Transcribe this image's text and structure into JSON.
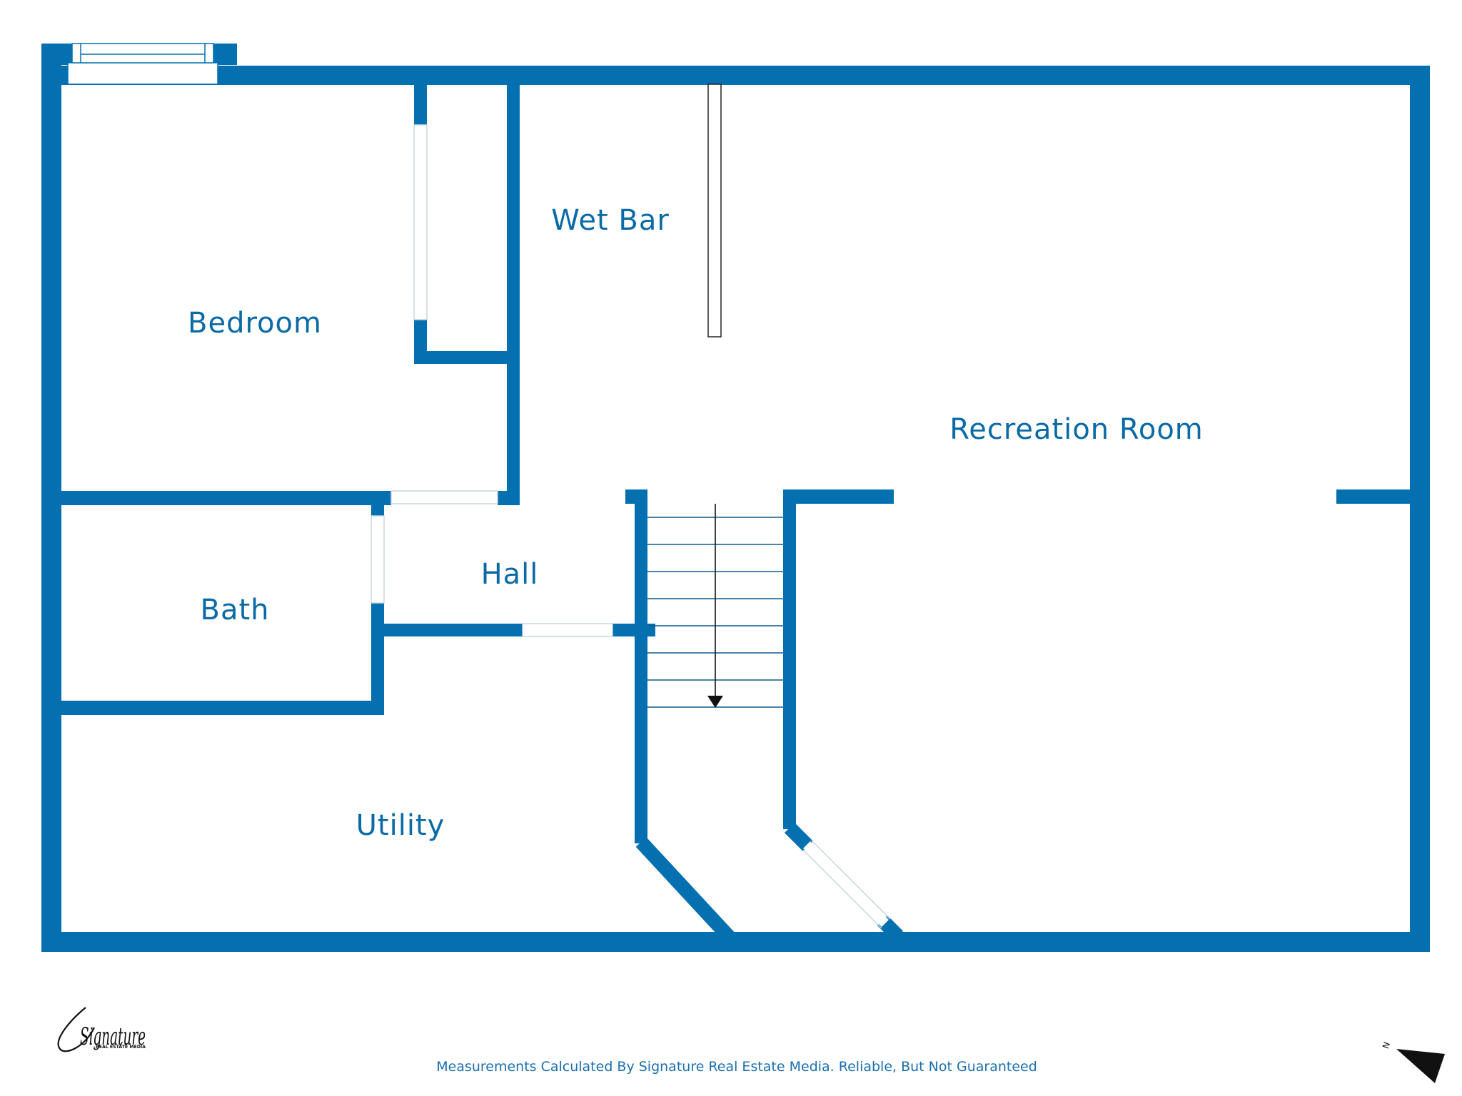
{
  "colors": {
    "wall": "#0470b0",
    "label": "#0a6aa6",
    "background": "#ffffff",
    "stairs": "#0a5a8a",
    "footer": "#1a6fb0"
  },
  "rooms": {
    "bedroom": "Bedroom",
    "wet_bar": "Wet Bar",
    "recreation_room": "Recreation Room",
    "bath": "Bath",
    "hall": "Hall",
    "utility": "Utility"
  },
  "logo": {
    "name": "Signature",
    "tagline": "REAL ESTATE MEDIA"
  },
  "footer": {
    "note": "Measurements Calculated By Signature Real Estate Media. Reliable, But Not Guaranteed"
  },
  "compass": {
    "label": "N",
    "icon": "north-arrow-icon"
  }
}
